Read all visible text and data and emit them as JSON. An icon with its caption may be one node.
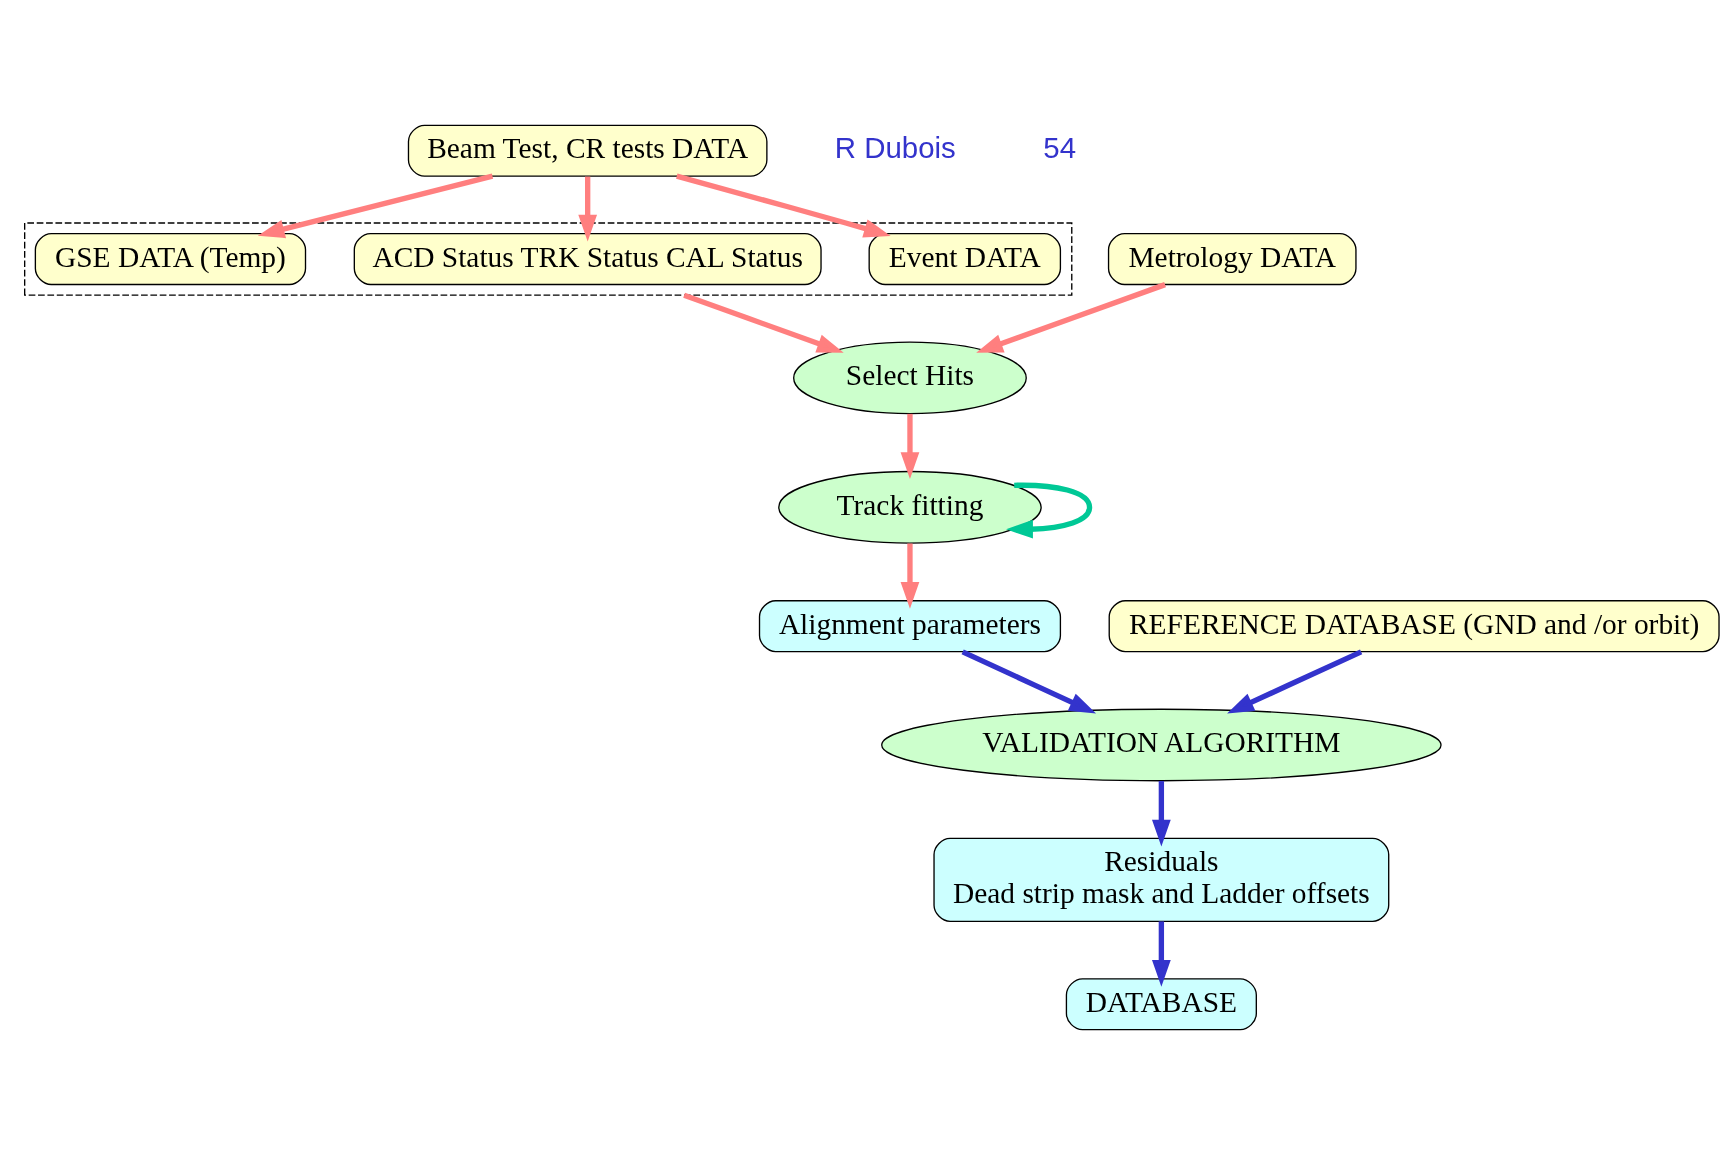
{
  "diagram": {
    "nodes": [
      {
        "text": [
          "Beam Test, CR tests DATA"
        ]
      },
      {
        "text": [
          "Metrology DATA"
        ]
      },
      {
        "text": [],
        "shape": "box"
      },
      {
        "text": [
          "Event DATA"
        ],
        "in": 2
      },
      {
        "text": [
          "ACD Status TRK Status CAL Status"
        ],
        "in": 2
      },
      {
        "text": [
          "GSE DATA (Temp)"
        ],
        "in": 2
      },
      {
        "text": [
          "Select Hits"
        ]
      },
      {
        "text": [
          "Track fitting"
        ]
      },
      {
        "text": [
          "Alignment parameters"
        ]
      },
      {
        "text": [
          "VALIDATION ALGORITHM"
        ]
      },
      {
        "text": [
          "REFERENCE DATABASE (GND and /or orbit)"
        ]
      },
      {
        "text": [
          "Residuals",
          "Dead strip mask and Ladder offsets"
        ]
      },
      {
        "text": [
          "DATABASE"
        ]
      }
    ],
    "edges": [
      {
        "from": 0,
        "to": 3,
        "arrow": "to"
      },
      {
        "from": 0,
        "to": 4,
        "arrow": "to"
      },
      {
        "from": 0,
        "to": 5,
        "arrow": "to"
      },
      {
        "from": 1,
        "to": 6,
        "arrow": "to"
      },
      {
        "from": 2,
        "to": 6,
        "arrow": "to"
      },
      {
        "from": 6,
        "to": 7,
        "arrow": "to"
      },
      {
        "from": 7,
        "to": 7,
        "arrow": "to",
        "color": "#00c896"
      },
      {
        "from": 7,
        "to": 8,
        "arrow": "to"
      },
      {
        "from": 8,
        "to": 9,
        "arrow": "to",
        "color": "#3333cc"
      },
      {
        "from": 10,
        "to": 9,
        "arrow": "to",
        "color": "#3333cc"
      },
      {
        "from": 9,
        "to": 11,
        "arrow": "to",
        "color": "#3333cc"
      },
      {
        "from": 11,
        "to": 12,
        "arrow": "to",
        "color": "#3333cc"
      }
    ],
    "labels": [
      "R Dubois",
      "54"
    ]
  }
}
